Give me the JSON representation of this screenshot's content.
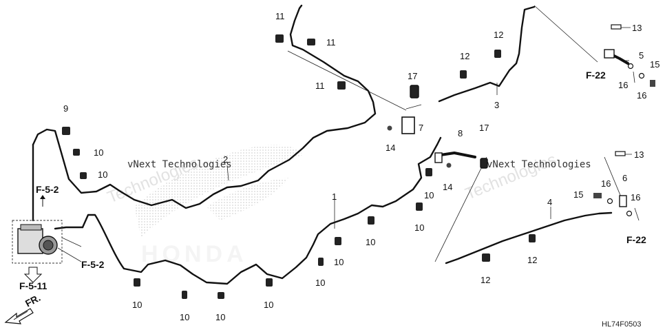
{
  "labels": {
    "p1": "1",
    "p2": "2",
    "p3": "3",
    "p4": "4",
    "p5": "5",
    "p6": "6",
    "p7": "7",
    "p8": "8",
    "p9": "9",
    "p10": "10",
    "p11": "11",
    "p12": "12",
    "p13": "13",
    "p14": "14",
    "p15": "15",
    "p16": "16",
    "p17": "17"
  },
  "refs": {
    "f22": "F-22",
    "f52": "F-5-2",
    "f511": "F-5-11",
    "fr": "FR."
  },
  "watermark": {
    "text": "vNext Technologies",
    "large": "Technologies",
    "brand": "HONDA"
  },
  "diagram_code": "HL74F0503"
}
